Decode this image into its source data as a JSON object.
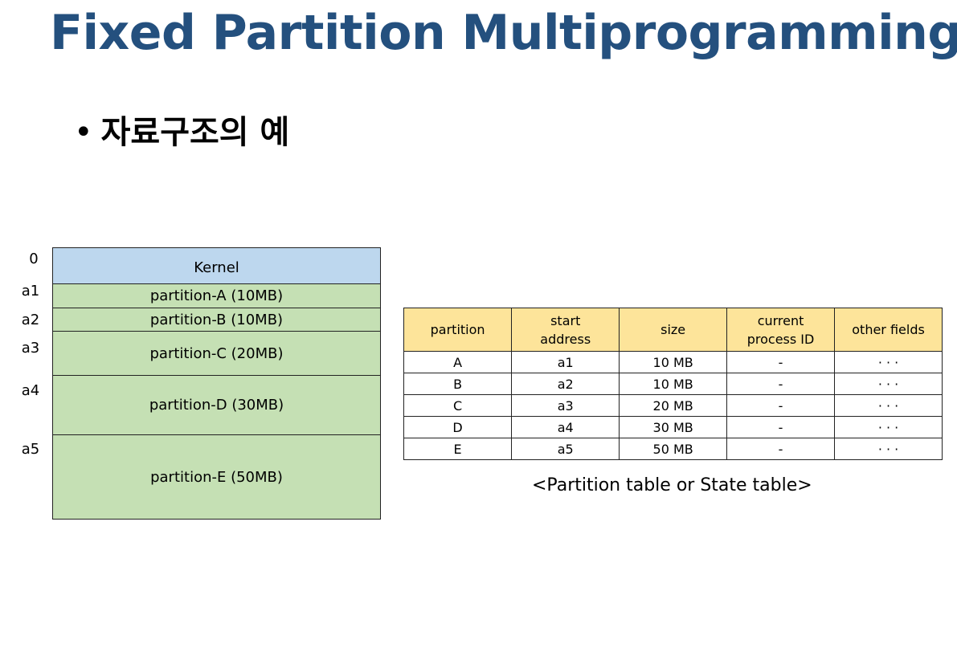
{
  "slide": {
    "title": "Fixed Partition Multiprogramming",
    "bullet_marker": "•",
    "bullet": "자료구조의 예"
  },
  "memory": {
    "addresses": [
      "0",
      "a1",
      "a2",
      "a3",
      "a4",
      "a5"
    ],
    "blocks": [
      {
        "label": "Kernel",
        "color": "#bdd7ee"
      },
      {
        "label": "partition-A (10MB)",
        "color": "#c5e0b4"
      },
      {
        "label": "partition-B (10MB)",
        "color": "#c5e0b4"
      },
      {
        "label": "partition-C (20MB)",
        "color": "#c5e0b4"
      },
      {
        "label": "partition-D (30MB)",
        "color": "#c5e0b4"
      },
      {
        "label": "partition-E (50MB)",
        "color": "#c5e0b4"
      }
    ]
  },
  "table": {
    "header_color": "#fde49a",
    "headers": [
      "partition",
      "start\naddress",
      "size",
      "current\nprocess ID",
      "other fields"
    ],
    "rows": [
      [
        "A",
        "a1",
        "10 MB",
        "-",
        "· · ·"
      ],
      [
        "B",
        "a2",
        "10 MB",
        "-",
        "· · ·"
      ],
      [
        "C",
        "a3",
        "20 MB",
        "-",
        "· · ·"
      ],
      [
        "D",
        "a4",
        "30 MB",
        "-",
        "· · ·"
      ],
      [
        "E",
        "a5",
        "50 MB",
        "-",
        "· · ·"
      ]
    ],
    "caption": "<Partition table or State table>"
  }
}
